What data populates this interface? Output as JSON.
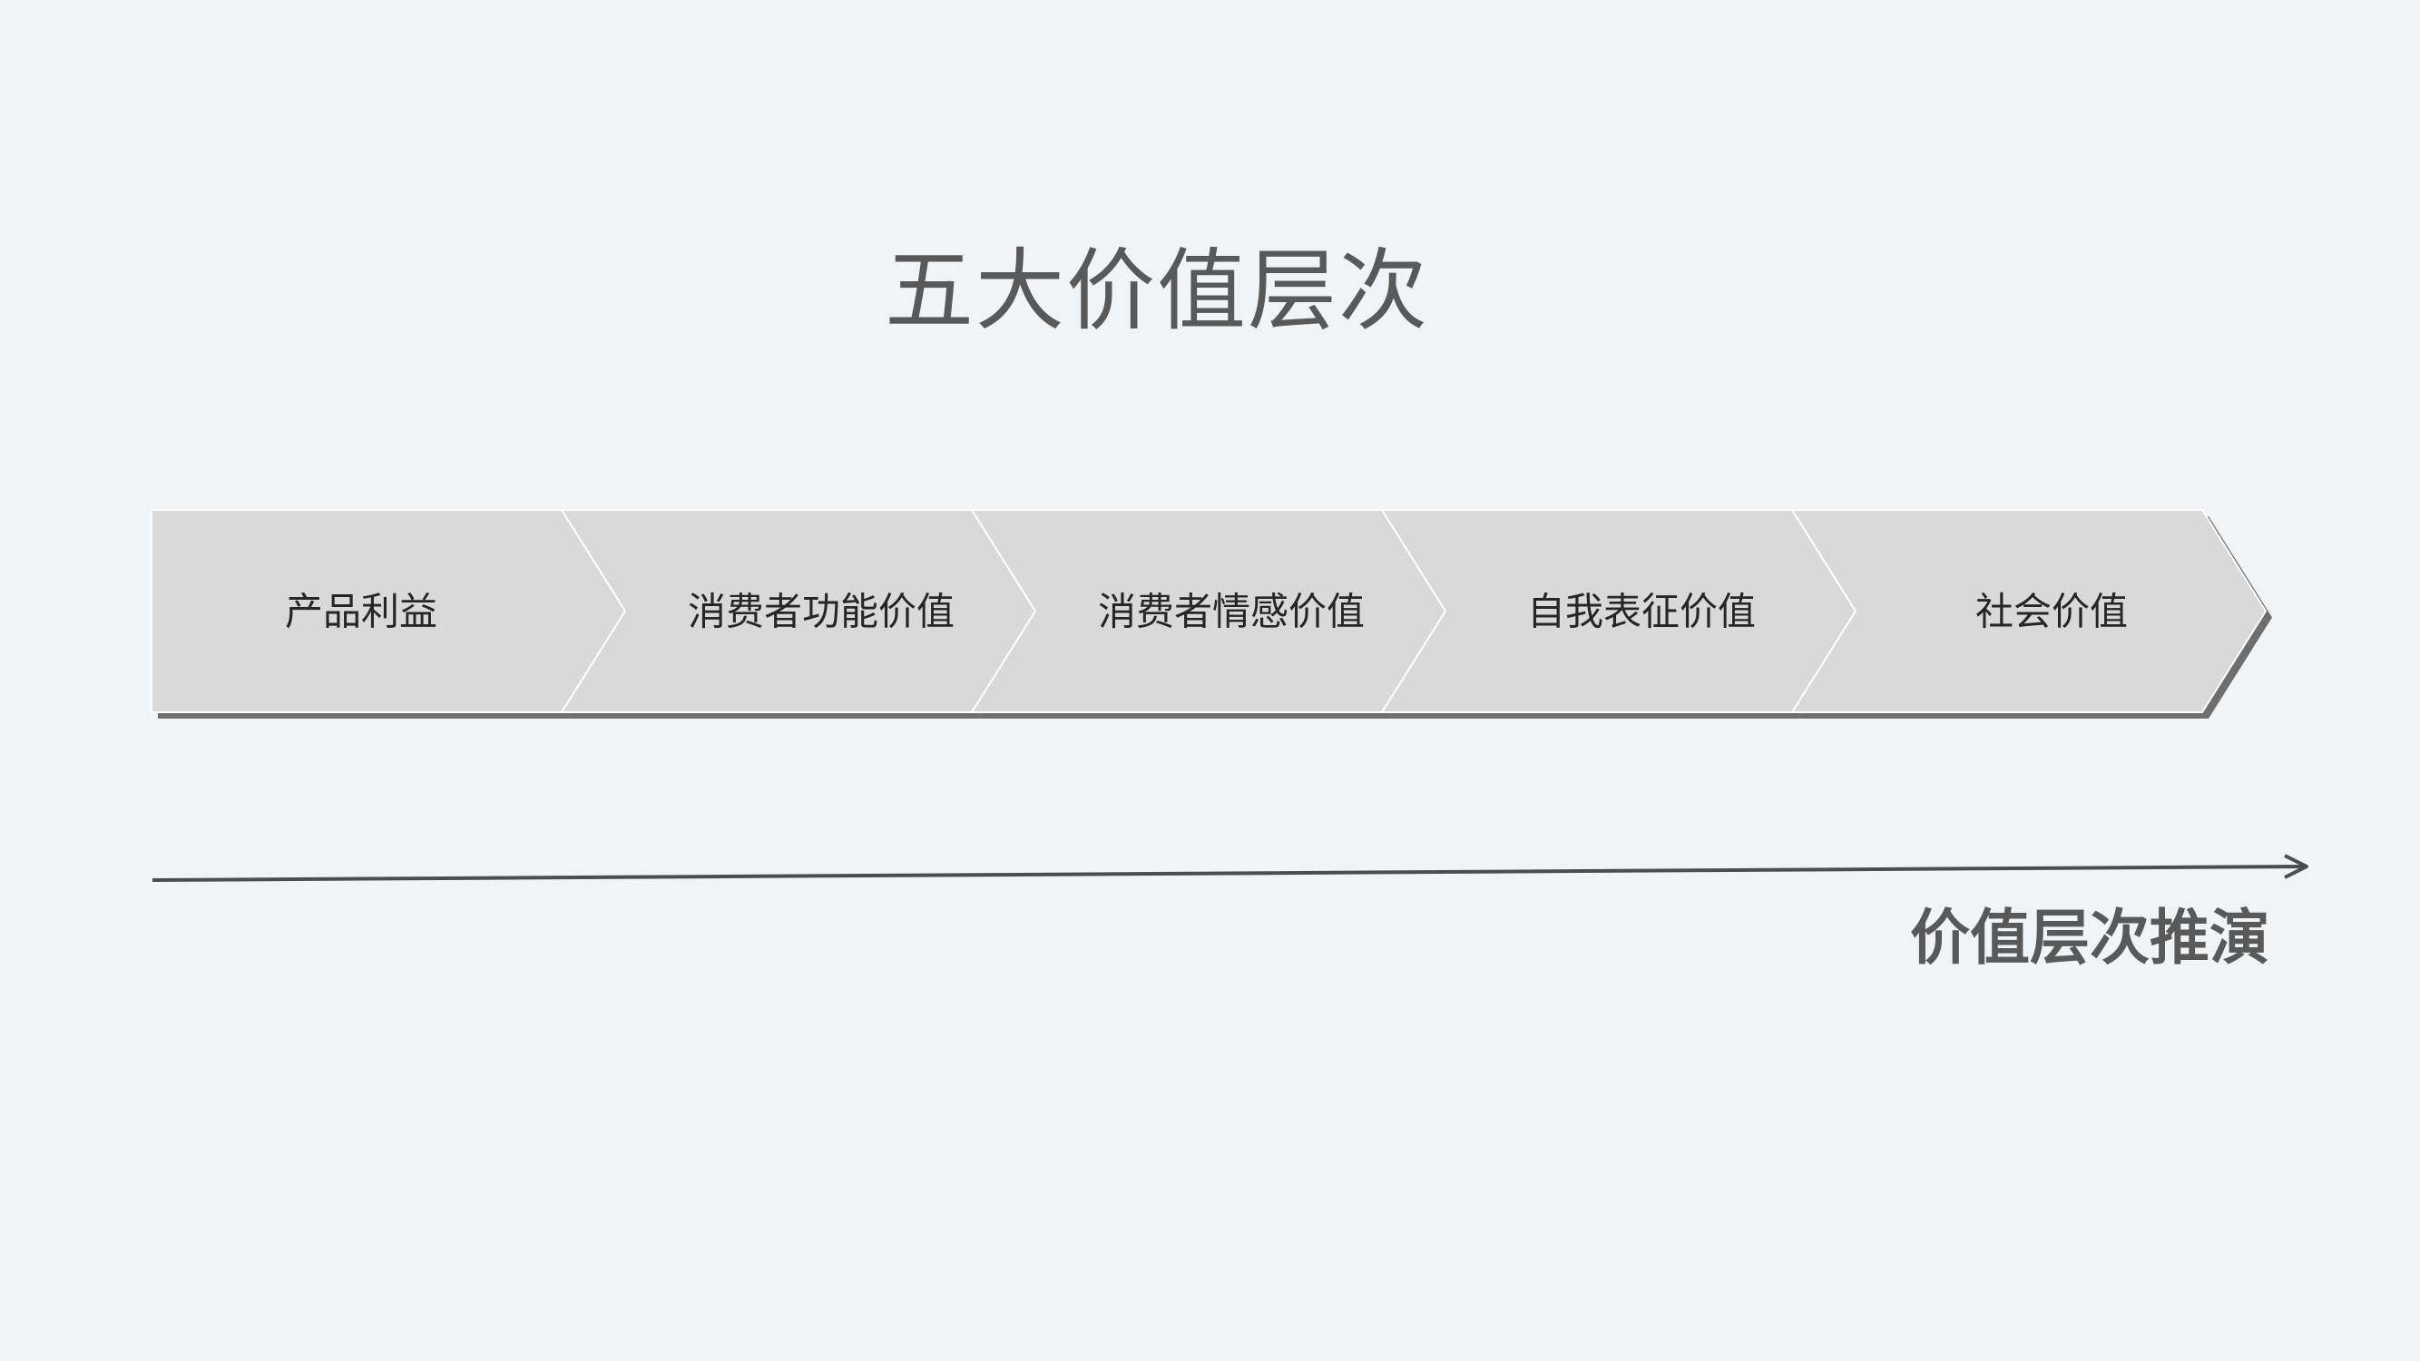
{
  "slide": {
    "title": "五大价值层次",
    "axis_label": "价值层次推演"
  },
  "stages": [
    {
      "label": "产品利益"
    },
    {
      "label": "消费者功能价值"
    },
    {
      "label": "消费者情感价值"
    },
    {
      "label": "自我表征价值"
    },
    {
      "label": "社会价值"
    }
  ],
  "colors": {
    "background": "#f0f4f7",
    "chevron_fill": "#d9d9d9",
    "chevron_shadow": "#6e6e6e",
    "arrow": "#4d4d4d",
    "title_text": "#595959"
  }
}
